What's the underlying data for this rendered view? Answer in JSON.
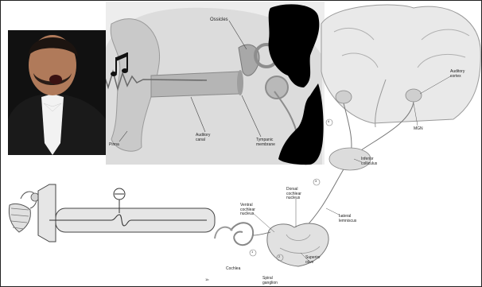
{
  "ear_panel": {
    "labels": {
      "ossicles": "Ossicles",
      "pinna": "Pinna",
      "auditory_canal": "Auditory canal",
      "tympanic_membrane": "Tympanic membrane"
    },
    "icons": [
      "music-note-icon"
    ]
  },
  "brain_panel": {
    "labels": {
      "auditory_cortex": "Auditory cortex",
      "mgn": "MGN",
      "inferior_colliculus": "Inferior colliculus",
      "dorsal_cochlear_nucleus": "Dorsal cochlear nucleus",
      "ventral_cochlear_nucleus": "Ventral cochlear nucleus",
      "lateral_lemniscus": "Lateral lemniscus",
      "superior_olive": "Superior olive",
      "cochlea": "Cochlea",
      "spiral_ganglion": "Spiral ganglion",
      "step_4": "4",
      "step_3": "3",
      "step_2": "2",
      "step_1": "1",
      "step_1b": "1b"
    }
  },
  "colors": {
    "redaction": "#000000",
    "photo_background": "#111111",
    "suit": "#1a1a1a",
    "shirt": "#f2f2f2",
    "skin": "#b07a5a",
    "diagram_gray": "#cfcfcf",
    "basilar_fill": "#e6e6e6"
  }
}
